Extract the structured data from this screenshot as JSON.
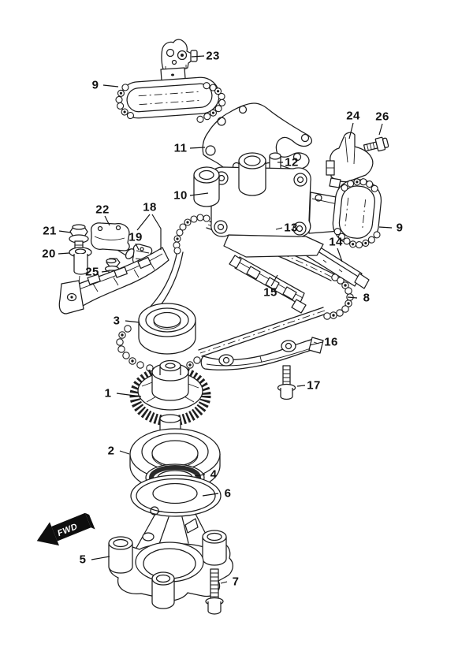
{
  "figure": {
    "background": "#ffffff",
    "ink": "#1c1c1c",
    "fwd_badge": "FWD",
    "labels": {
      "n1": "1",
      "n2": "2",
      "n3": "3",
      "n4": "4",
      "n5": "5",
      "n6": "6",
      "n7": "7",
      "n8": "8",
      "n9": "9",
      "n9b": "9",
      "n10": "10",
      "n11": "11",
      "n12": "12",
      "n13": "13",
      "n14": "14",
      "n15": "15",
      "n16": "16",
      "n17": "17",
      "n18": "18",
      "n19": "19",
      "n20": "20",
      "n21": "21",
      "n22": "22",
      "n23": "23",
      "n24": "24",
      "n25": "25",
      "n26": "26"
    }
  }
}
